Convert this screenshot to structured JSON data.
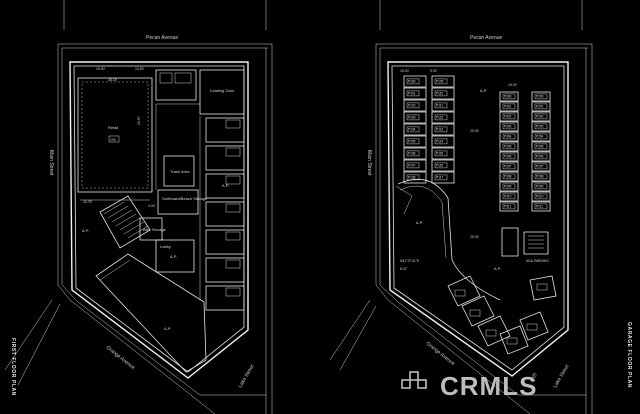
{
  "streets": {
    "top": "Pecan Avenue",
    "left": "Main Street",
    "bottom": "Orange Avenue",
    "right": "Lake Street"
  },
  "first_floor": {
    "title": "FIRST FLOOR PLAN",
    "rooms": {
      "retail": "Retail",
      "retail_no": "100",
      "loading": "Loading Zone",
      "trash": "Trash Area",
      "surfboard": "Surfboard/Beach Storage",
      "bike": "Bike Storage",
      "lobby": "Lobby",
      "ap": "A.P."
    },
    "dims": [
      "16.00'",
      "13.50'",
      "48.15'",
      "25.50'",
      "4.00'",
      "16.75'"
    ]
  },
  "garage_floor": {
    "title": "GARAGE FLOOR PLAN",
    "survey": [
      "N41°37'41\"E",
      "8.47'"
    ],
    "ada": "ADA PARKING",
    "dims": [
      "18.00'",
      "9.00'",
      "18.00'",
      "25.00'",
      "25.00'"
    ],
    "left_stalls": [
      "P100",
      "P101",
      "P102",
      "P103",
      "P104",
      "P105",
      "P106",
      "P107",
      "P108"
    ],
    "mid_stalls": [
      "P109",
      "P110",
      "P111",
      "P112",
      "P113",
      "P114",
      "P115",
      "P116",
      "P117"
    ],
    "right_stalls": [
      "P300",
      "P301",
      "P302",
      "P303",
      "P304",
      "P305",
      "P306",
      "P307",
      "P308",
      "P309",
      "P310",
      "P311"
    ],
    "right2_stalls": [
      "P200",
      "P201",
      "P202",
      "P203",
      "P204",
      "P205",
      "P206",
      "P207",
      "P208",
      "P209",
      "P210",
      "P211"
    ]
  },
  "watermark": {
    "text": "CRMLS",
    "reg": "®"
  }
}
